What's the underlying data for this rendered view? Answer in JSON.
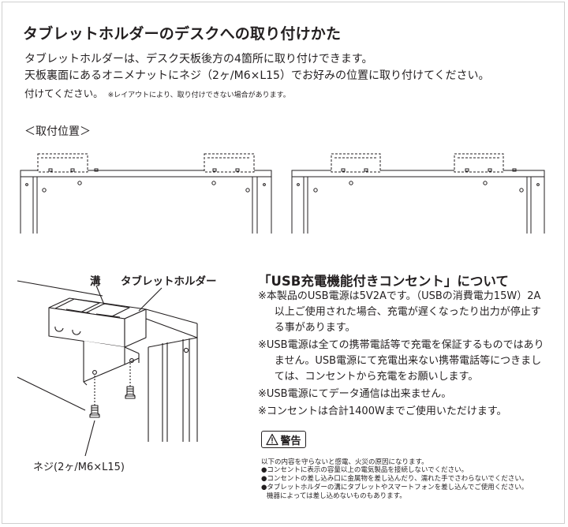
{
  "title": "タブレットホルダーのデスクへの取り付けかた",
  "intro": {
    "line1": "タブレットホルダーは、デスク天板後方の4箇所に取り付けできます。",
    "line2": "天板裏面にあるオニメナットにネジ（2ヶ/M6×L15）でお好みの位置に取り付けてください。",
    "line3": "付けてください。",
    "line3_note": "※レイアウトにより、取り付けできない場合があります。"
  },
  "position_heading": "＜取付位置＞",
  "illustration_labels": {
    "groove": "溝",
    "holder": "タブレットホルダー",
    "screw": "ネジ(2ヶ/M6×L15)"
  },
  "usb_section": {
    "heading": "「USB充電機能付きコンセント」について",
    "notes": [
      "※本製品のUSB電源は5V2Aです。（USBの消費電力15W）2A以上ご使用された場合、充電が遅くなったり出力が停止する事があります。",
      "※USB電源は全ての携帯電話等で充電を保証するものではありません。USB電源にて充電出来ない携帯電話等につきましては、コンセントから充電をお願いします。",
      "※USB電源にてデータ通信は出来ません。",
      "※コンセントは合計1400Wまでご使用いただけます。"
    ]
  },
  "warning": {
    "label": "警告",
    "icon": "warning-triangle-icon",
    "intro": "以下の内容を守らないと感電、火災の原因になります。",
    "items": [
      "●コンセントに表示の容量以上の電気製品を接続しないでください。",
      "●コンセントの差し込み口に金属物を差し込んだり、濡れた手でさわらないでください。",
      "●タブレットホルダーの溝にタブレットやスマートフォンを差し込んでご使用ください。"
    ],
    "items_cont": "機器によっては差し込めないものもあります。"
  },
  "colors": {
    "text": "#231f20",
    "line": "#231f20",
    "frame": "#cfcfcf"
  }
}
